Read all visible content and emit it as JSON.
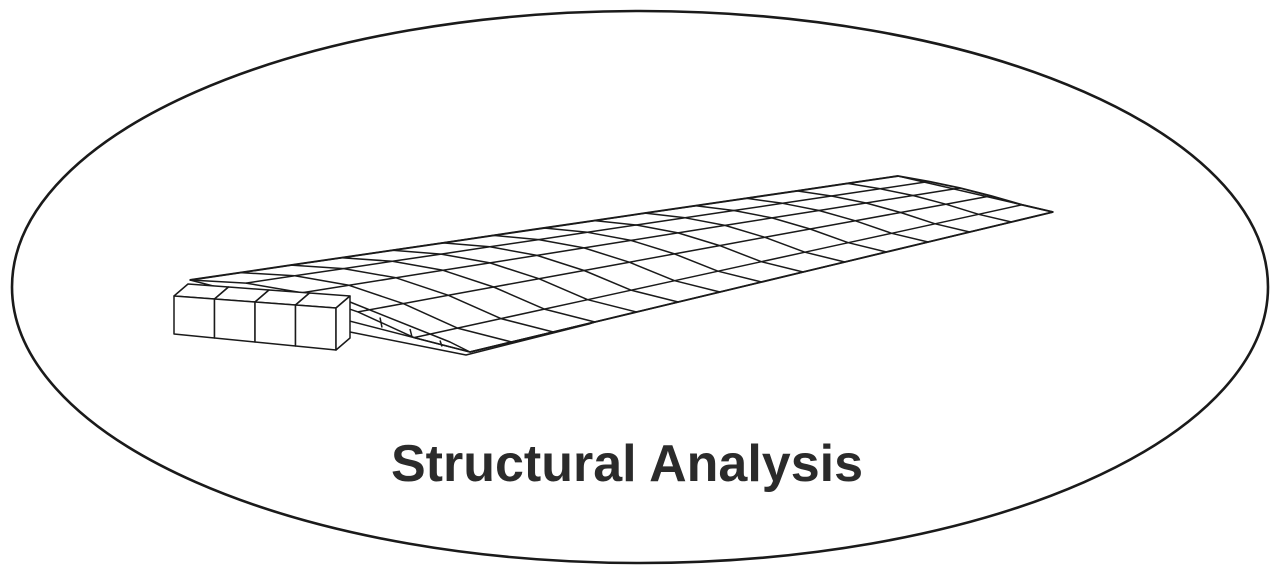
{
  "caption": "Structural Analysis",
  "colors": {
    "background": "#ffffff",
    "ink": "#1a1a1a",
    "caption": "#2b2b2b"
  },
  "figure": {
    "subject": "wing-finite-element-mesh",
    "mesh": {
      "spanwise_stations": 14,
      "chordwise_divisions": 5,
      "root_box_cells": 4
    }
  }
}
